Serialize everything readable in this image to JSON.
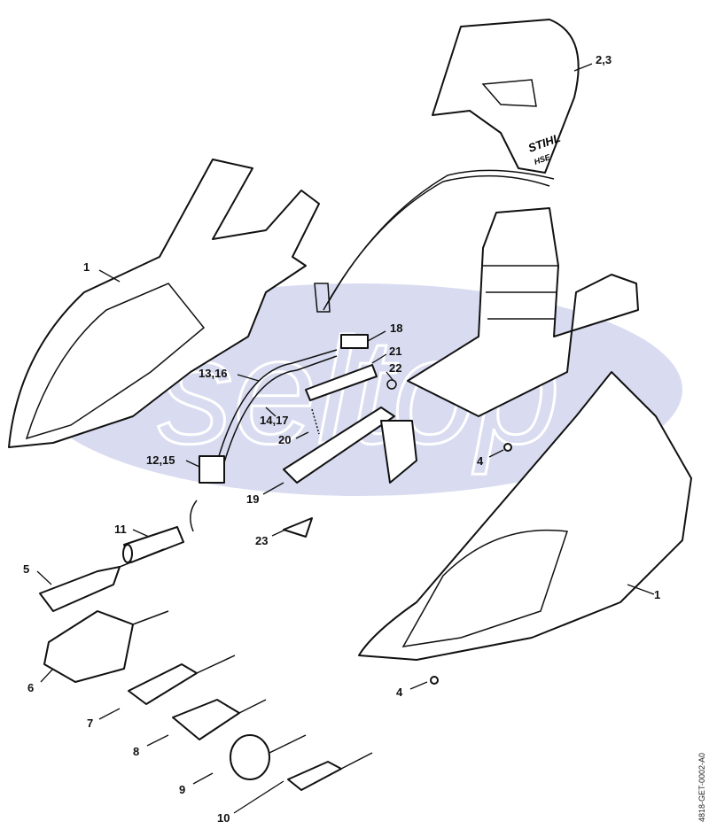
{
  "diagram": {
    "watermark": "seltop",
    "logo": {
      "brand": "STIHL",
      "model": "HSE"
    },
    "drawing_code": "4818-GET-0002-A0",
    "colors": {
      "watermark_fill": "#d9dcf0",
      "ink": "#111111"
    },
    "callouts": [
      "2,3",
      "1",
      "18",
      "21",
      "22",
      "13,16",
      "14,17",
      "20",
      "4",
      "12,15",
      "19",
      "11",
      "23",
      "5",
      "1",
      "6",
      "4",
      "7",
      "8",
      "9",
      "10"
    ]
  }
}
